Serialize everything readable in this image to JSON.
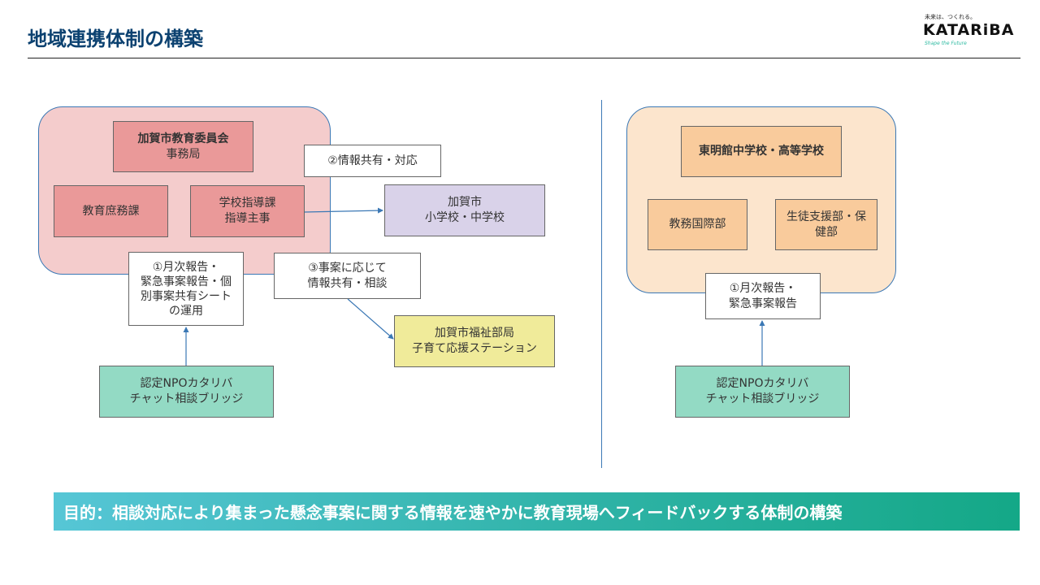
{
  "header": {
    "title": "地域連携体制の構築",
    "logo_tagline": "未来は、つくれる。",
    "logo_name": "KATARiBA",
    "logo_sub": "Shape the Future"
  },
  "left": {
    "board": {
      "line1": "加賀市教育委員会",
      "line2": "事務局"
    },
    "general_affairs": "教育庶務課",
    "guidance": {
      "line1": "学校指導課",
      "line2": "指導主事"
    },
    "label_share": "②情報共有・対応",
    "schools": {
      "line1": "加賀市",
      "line2": "小学校・中学校"
    },
    "label_report": {
      "line1": "①月次報告・",
      "line2": "緊急事案報告・個",
      "line3": "別事案共有シート",
      "line4": "の運用"
    },
    "label_consult": {
      "line1": "③事案に応じて",
      "line2": "情報共有・相談"
    },
    "welfare": {
      "line1": "加賀市福祉部局",
      "line2": "子育て応援ステーション"
    },
    "npo": {
      "line1": "認定NPOカタリバ",
      "line2": "チャット相談ブリッジ"
    }
  },
  "right": {
    "school": "東明館中学校・高等学校",
    "academic": "教務国際部",
    "student_support": {
      "line1": "生徒支援部・保",
      "line2": "健部"
    },
    "label_report": {
      "line1": "①月次報告・",
      "line2": "緊急事案報告"
    },
    "npo": {
      "line1": "認定NPOカタリバ",
      "line2": "チャット相談ブリッジ"
    }
  },
  "banner": "目的：相談対応により集まった懸念事案に関する情報を速やかに教育現場へフィードバックする体制の構築",
  "colors": {
    "title": "#0b4170",
    "left_group": "#f4cccc",
    "right_group": "#fce5cd",
    "red_box": "#ea9999",
    "lavender_box": "#d9d2e9",
    "yellow_box": "#f0eb9a",
    "green_box": "#93dac4",
    "orange_box": "#f9cb9c",
    "connector": "#3b78b5",
    "banner_start": "#56c6d6",
    "banner_end": "#14a887"
  }
}
